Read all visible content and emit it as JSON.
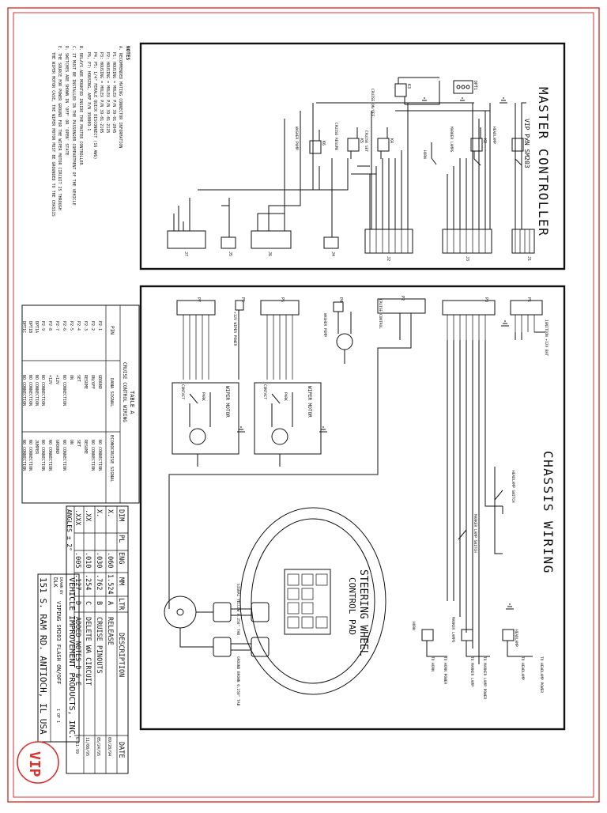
{
  "notes": {
    "heading": "NOTES",
    "lines": [
      "A.  RECOMMENDED MATING CONNECTOR INFORMATION",
      "P1:  HOUSING = MOLEX P/N 39-01-2045",
      "P2:  HOUSING = MOLEX P/N 39-01-2125",
      "P3:  HOUSING = MOLEX P/N 39-01-2105",
      "P4, P5:  1/4\" FEMALE QUICK DISCONNECT (16 AWG)",
      "P6, P7:  HOUSING, AMP P/N 350809-1",
      "B.  RELAYS ARE MOUNTED INSIDE THE MASTER CONTROLLER",
      "C.  IT MUST BE INSTALLED IN THE PASSENGER COMPARTMENT OF THE VEHICLE",
      "D.  SWITCHES ARE SHOWN IN 'OFF' OR 'OPEN' STATE",
      "E.  THE SOURCE FOR POWER GROUND FOR THE WIPER MOTOR CIRCUIT IS THROUGH",
      "    THE WIPER MOTOR CASE, THE WIPER MOTOR MUST BE GROUNDED TO THE CHASSIS"
    ]
  },
  "master": {
    "title": "MASTER CONTROLLER",
    "subtitle": "VIP P/N SM203",
    "relays": [
      "K1",
      "K2",
      "K3",
      "K4",
      "K5",
      "K6"
    ],
    "relay_labels": [
      "HEADLAMP",
      "MARKER LAMPS",
      "CRUISE ON/OFF",
      "CRUISE SET",
      "CRUISE RESUME",
      "WASHER PUMP"
    ],
    "extra_labels": [
      "HORN",
      "DPT1"
    ],
    "connectors": [
      "J1",
      "J2",
      "J3",
      "J4",
      "J5",
      "J6",
      "J7"
    ]
  },
  "chassis": {
    "title": "CHASSIS WIRING",
    "connectors": [
      "P1",
      "P2",
      "P3",
      "P4",
      "P5",
      "P6",
      "P7"
    ],
    "labels": [
      "IGNITION +12V BAT",
      "CRUISE CONTROL",
      "WASHER PUMP",
      "+12V WIPER POWER",
      "WIPER MOTOR",
      "WIPER MOTOR",
      "PARK",
      "CONTACT",
      "HEADLAMP SWITCH",
      "MARKER LAMP SWITCH"
    ],
    "outputs": [
      "TO HEADLAMP POWER",
      "TO HEADLAMP",
      "TO MARKER LAMP POWER",
      "TO MARKER LAMP",
      "TO HORN POWER",
      "TO HORN"
    ],
    "relay_labels": [
      "HEADLAMP",
      "MARKER LAMPS",
      "HORN"
    ],
    "steering": {
      "title": "STEERING WHEEL",
      "subtitle": "CONTROL PAD",
      "signal_tab": "SIGNAL YELLOW 0.250\" TAB",
      "ground_tab": "GROUND BROWN 0.250\" TAB"
    }
  },
  "table_a": {
    "title": "TABLE A",
    "subtitle": "CRUISE CONTROL WIRING",
    "headers": [
      "PIN",
      "DANA SIGNAL",
      "ECONOCRUISE SIGNAL"
    ],
    "rows": [
      [
        "P2-1",
        "GROUND",
        "NO CONNECTION"
      ],
      [
        "P2-2",
        "ON/OFF",
        "NO CONNECTION"
      ],
      [
        "P2-3",
        "RESUME",
        "RESUME"
      ],
      [
        "P2-4",
        "SET",
        "SET"
      ],
      [
        "P2-5",
        "ON",
        "ON"
      ],
      [
        "P2-6",
        "NO CONNECTION",
        "NO CONNECTION"
      ],
      [
        "P2-7",
        "+12V",
        "GROUND"
      ],
      [
        "P2-8",
        "+12V",
        "NO CONNECTION"
      ],
      [
        "P2-9",
        "NO CONNECTION",
        "NO CONNECTION"
      ],
      [
        "DPT1A",
        "NO CONNECTION",
        "JUMPER"
      ],
      [
        "DPT1B",
        "NO CONNECTION",
        "NO CONNECTION"
      ],
      [
        "DPT1C",
        "NO CONNECTION",
        "NO CONNECTION"
      ]
    ]
  },
  "revisions": {
    "headers": [
      "DIM",
      "PL",
      "ENG",
      "MM",
      "LTR",
      "DESCRIPTION",
      "DATE"
    ],
    "rows": [
      [
        "X.",
        "",
        ".060",
        "1.524",
        "A",
        "RELEASE",
        "09/28/94"
      ],
      [
        "X.",
        "",
        ".030",
        ".762",
        "B",
        "CRUISE PINOUTS",
        "05/24/95"
      ],
      [
        ".XX",
        "",
        ".010",
        ".254",
        "C",
        "DELETE WA CIRCUIT",
        "11/08/95"
      ],
      [
        ".XXX",
        "",
        ".005",
        ".127",
        "D",
        "ADDED NOTES D & E",
        "6-11-99"
      ]
    ],
    "angles": "ANGLES ± 2°"
  },
  "title_block": {
    "company": "VEHICLE IMPROVEMENT PRODUCTS, INC.",
    "drawing_title": "VIPING SM203 FLASH ON/OFF",
    "address": "151 S. RAM RD. ANTIOCH, IL USA",
    "drawn_by_label": "DRAWN BY",
    "drawn_by": "DLK",
    "sheet": "1 OF 1",
    "logo_text": "VIP"
  },
  "colors": {
    "border": "#d8332f",
    "ink": "#111111"
  }
}
